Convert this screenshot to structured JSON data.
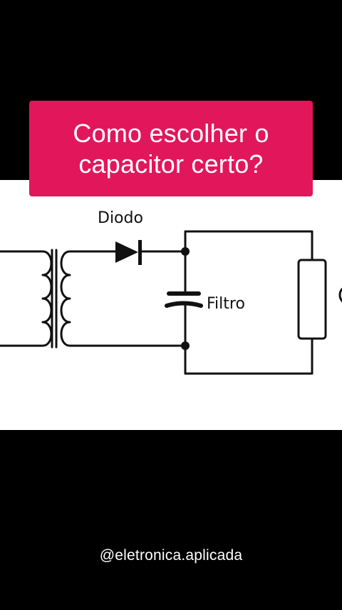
{
  "video_overlay": {
    "title": "Como escolher o\ncapacitor certo?",
    "handle": "@eletronica.aplicada"
  },
  "diagram": {
    "diode_label": "Diodo",
    "capacitor_label": "Filtro"
  },
  "colors": {
    "banner": "#e2175b",
    "background": "#000000",
    "panel": "#ffffff",
    "wire": "#111111"
  }
}
